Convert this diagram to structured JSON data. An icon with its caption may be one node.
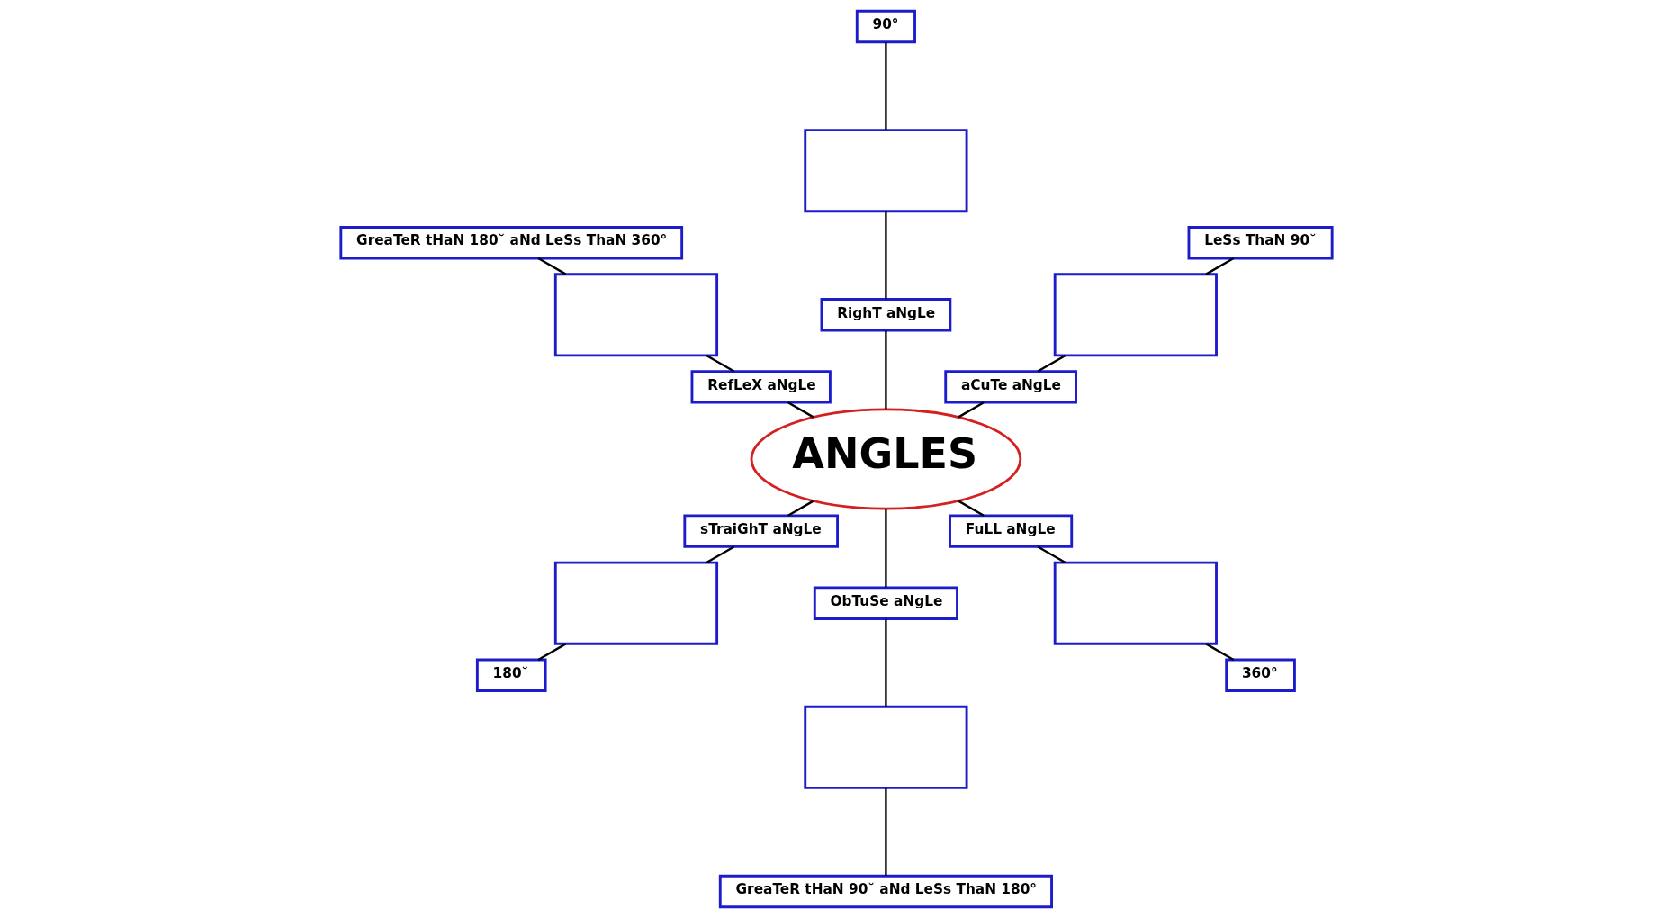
{
  "diagram": {
    "nodes": [
      {
        "text": [
          "LeSs ThaN 90˘"
        ]
      },
      {
        "text": [
          "90°"
        ]
      },
      {
        "text": [
          "GreaTeR tHaN 180˘ aNd LeSs ThaN 360°"
        ]
      },
      {
        "text": [],
        "shape": "box"
      },
      {
        "text": [],
        "shape": "box"
      },
      {
        "text": [],
        "shape": "box"
      },
      {
        "text": [
          "aCuTe aNgLe"
        ]
      },
      {
        "text": [
          "RighT aNgLe"
        ]
      },
      {
        "text": [
          "RefLeX aNgLe"
        ]
      },
      {
        "text": [
          "ANGLES"
        ]
      },
      {
        "text": [
          "sTraiGhT aNgLe"
        ]
      },
      {
        "text": [
          "ObTuSe aNgLe"
        ]
      },
      {
        "text": [
          "FuLL aNgLe"
        ]
      },
      {
        "text": [],
        "shape": "box"
      },
      {
        "text": [],
        "shape": "box"
      },
      {
        "text": [],
        "shape": "box"
      },
      {
        "text": [
          "180˘"
        ]
      },
      {
        "text": [
          "360°"
        ]
      },
      {
        "text": [
          "GreaTeR tHaN 90˘ aNd LeSs ThaN 180°"
        ]
      }
    ],
    "edges": [
      {
        "from": 9,
        "to": 6,
        "arrow": "none"
      },
      {
        "from": 9,
        "to": 7,
        "arrow": "none"
      },
      {
        "from": 9,
        "to": 8,
        "arrow": "none"
      },
      {
        "from": 9,
        "to": 10,
        "arrow": "none"
      },
      {
        "from": 9,
        "to": 11,
        "arrow": "none"
      },
      {
        "from": 9,
        "to": 12,
        "arrow": "none"
      },
      {
        "from": 6,
        "to": 3,
        "arrow": "none"
      },
      {
        "from": 3,
        "to": 0,
        "arrow": "none"
      },
      {
        "from": 7,
        "to": 4,
        "arrow": "none"
      },
      {
        "from": 4,
        "to": 1,
        "arrow": "none"
      },
      {
        "from": 8,
        "to": 5,
        "arrow": "none"
      },
      {
        "from": 5,
        "to": 2,
        "arrow": "none"
      },
      {
        "from": 10,
        "to": 13,
        "arrow": "none"
      },
      {
        "from": 13,
        "to": 16,
        "arrow": "none"
      },
      {
        "from": 12,
        "to": 15,
        "arrow": "none"
      },
      {
        "from": 15,
        "to": 17,
        "arrow": "none"
      },
      {
        "from": 11,
        "to": 14,
        "arrow": "none"
      },
      {
        "from": 14,
        "to": 18,
        "arrow": "none"
      }
    ]
  }
}
